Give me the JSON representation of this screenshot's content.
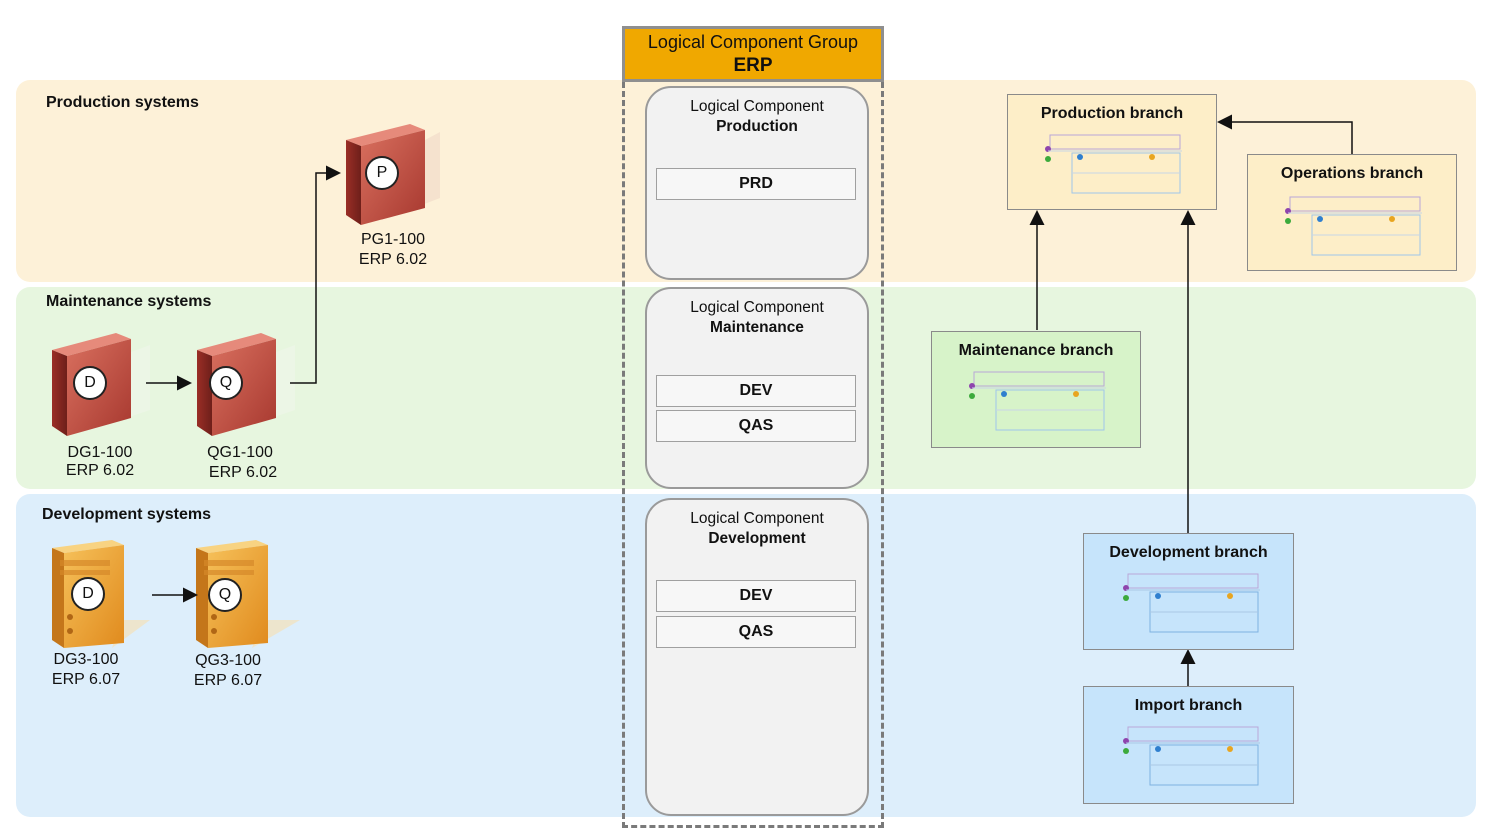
{
  "bands": {
    "production": "Production systems",
    "maintenance": "Maintenance systems",
    "development": "Development systems"
  },
  "servers": {
    "pg1": {
      "letter": "P",
      "name": "PG1-100",
      "release": "ERP 6.02"
    },
    "dg1": {
      "letter": "D",
      "name": "DG1-100",
      "release": "ERP 6.02"
    },
    "qg1": {
      "letter": "Q",
      "name": "QG1-100",
      "release": "ERP 6.02"
    },
    "dg3": {
      "letter": "D",
      "name": "DG3-100",
      "release": "ERP 6.07"
    },
    "qg3": {
      "letter": "Q",
      "name": "QG3-100",
      "release": "ERP 6.07"
    }
  },
  "group": {
    "title": "Logical Component Group",
    "name": "ERP"
  },
  "components": {
    "production": {
      "title": "Logical Component",
      "name": "Production",
      "systems": [
        "PRD"
      ]
    },
    "maintenance": {
      "title": "Logical Component",
      "name": "Maintenance",
      "systems": [
        "DEV",
        "QAS"
      ]
    },
    "development": {
      "title": "Logical Component",
      "name": "Development",
      "systems": [
        "DEV",
        "QAS"
      ]
    }
  },
  "branches": {
    "production": "Production branch",
    "operations": "Operations branch",
    "maintenance": "Maintenance branch",
    "development": "Development branch",
    "import": "Import branch"
  },
  "colors": {
    "band_production": "#fdf1d8",
    "band_maintenance": "#e7f6df",
    "band_development": "#ddeefb",
    "group_header": "#f0a800",
    "server_red": "#c9564a",
    "server_yellow": "#e9a53a"
  }
}
